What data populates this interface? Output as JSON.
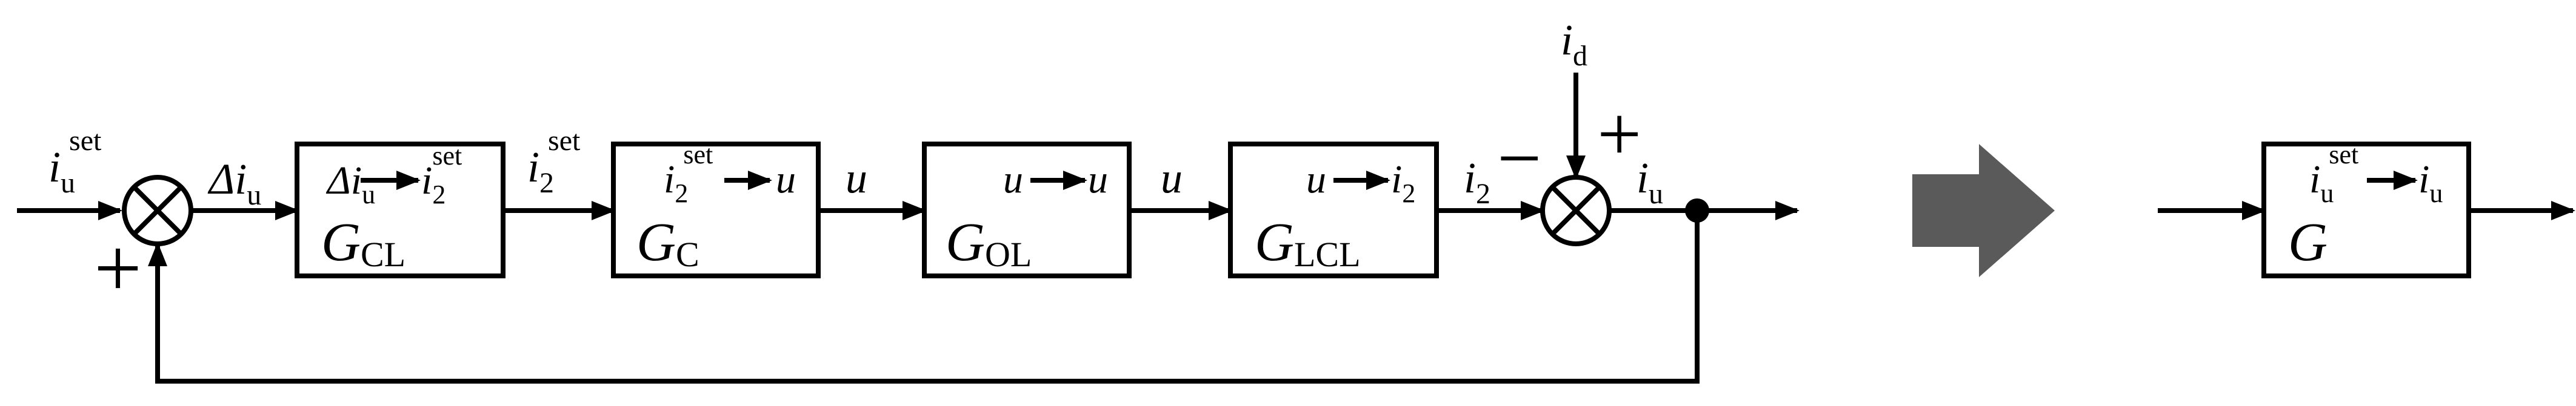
{
  "diagram": {
    "input": {
      "main": "i",
      "sub": "u",
      "sup": "set"
    },
    "error_signal": {
      "prefix": "Δ",
      "main": "i",
      "sub": "u"
    },
    "blocks": [
      {
        "name": "G",
        "sub": "CL",
        "mapping": {
          "from": "Δi",
          "from_sub": "u",
          "to": "i",
          "to_sub": "2",
          "to_sup": "set"
        }
      },
      {
        "name": "G",
        "sub": "C",
        "mapping": {
          "from": "i",
          "from_sub": "2",
          "from_sup": "set",
          "to": "u"
        }
      },
      {
        "name": "G",
        "sub": "OL",
        "mapping": {
          "from": "u",
          "to": "u"
        }
      },
      {
        "name": "G",
        "sub": "LCL",
        "mapping": {
          "from": "u",
          "to": "i",
          "to_sub": "2"
        }
      }
    ],
    "signals": {
      "i2_set": {
        "main": "i",
        "sub": "2",
        "sup": "set"
      },
      "u_after_gc": "u",
      "u_after_gol": "u",
      "i2": {
        "main": "i",
        "sub": "2"
      },
      "output": {
        "main": "i",
        "sub": "u"
      },
      "disturbance": {
        "main": "i",
        "sub": "d"
      }
    },
    "signs": {
      "feedback": "+",
      "i2_input": "−",
      "disturbance": "+"
    },
    "equivalent": {
      "name": "G",
      "mapping": {
        "from": "i",
        "from_sub": "u",
        "from_sup": "set",
        "to": "i",
        "to_sub": "u"
      }
    }
  }
}
